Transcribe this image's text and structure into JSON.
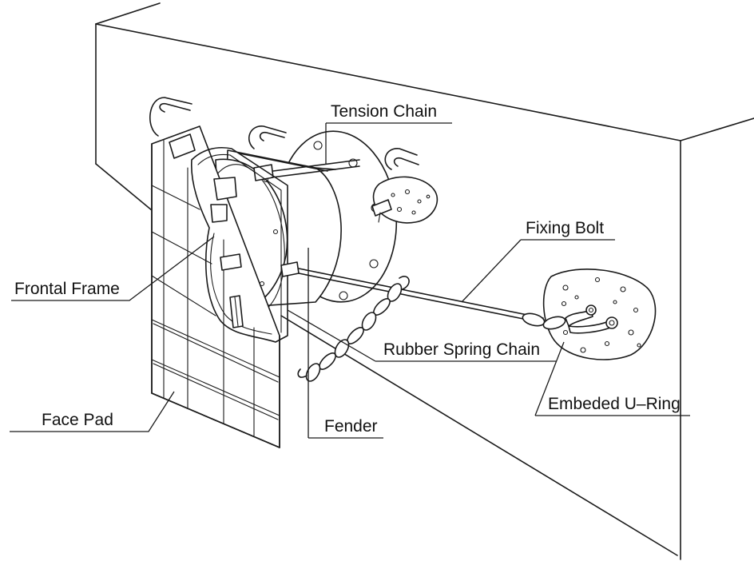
{
  "labels": {
    "tension_chain": "Tension Chain",
    "fixing_bolt": "Fixing Bolt",
    "frontal_frame": "Frontal Frame",
    "rubber_spring_chain": "Rubber Spring Chain",
    "embeded_u_ring": "Embeded U–Ring",
    "face_pad": "Face Pad",
    "fender": "Fender"
  },
  "colors": {
    "line": "#1a1a1a",
    "background": "#ffffff"
  }
}
